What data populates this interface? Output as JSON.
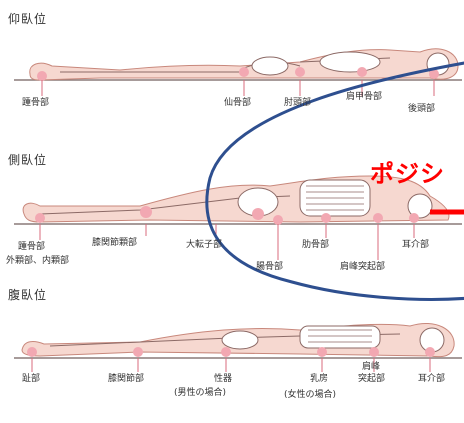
{
  "sections": [
    {
      "heading": "仰臥位",
      "labels": [
        "踵骨部",
        "仙骨部",
        "肘頭部",
        "肩甲骨部",
        "後頭部"
      ]
    },
    {
      "heading": "側臥位",
      "labels": [
        "踵骨部",
        "膝関節顆部",
        "大転子部",
        "肋骨部",
        "耳介部",
        "外顆部、内顆部",
        "腸骨部",
        "肩峰突起部"
      ]
    },
    {
      "heading": "腹臥位",
      "labels": [
        "趾部",
        "膝関節部",
        "性器",
        "乳房",
        "肩峰",
        "耳介部",
        "(男性の場合)",
        "(女性の場合)",
        "突起部"
      ]
    }
  ],
  "overlay": {
    "text": "ポジシ",
    "color": "#ff0000",
    "curve_color": "#2e4f8f"
  },
  "colors": {
    "skin": "#f6d8d0",
    "skin_outline": "#c8887c",
    "bone": "#ffffff",
    "bone_outline": "#8c6a66",
    "pressure_point": "#f2a8b2",
    "label_line": "#d96b7c"
  }
}
